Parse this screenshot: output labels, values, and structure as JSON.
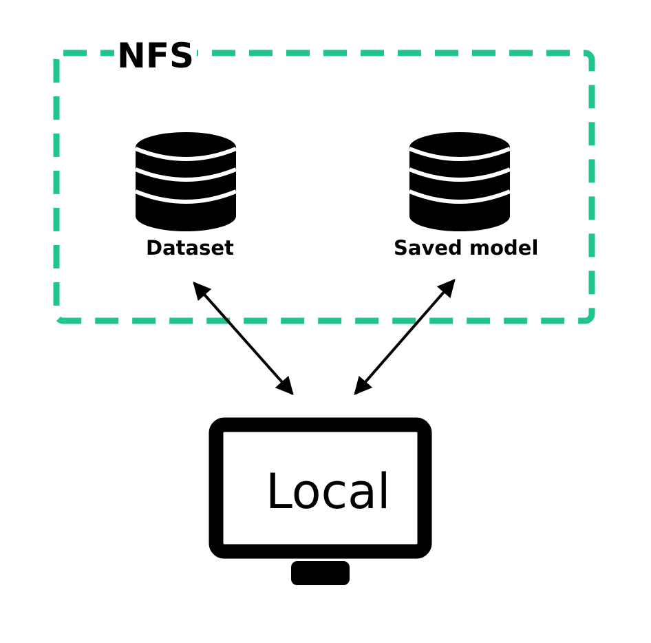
{
  "diagram": {
    "group": {
      "title": "NFS",
      "border_color": "#1fc48f"
    },
    "nodes": {
      "dataset": {
        "label": "Dataset",
        "icon": "database-icon"
      },
      "saved_model": {
        "label": "Saved model",
        "icon": "database-icon"
      },
      "local": {
        "label": "Local",
        "icon": "monitor-icon"
      }
    },
    "edges": [
      {
        "from": "dataset",
        "to": "local",
        "direction": "bidirectional"
      },
      {
        "from": "saved_model",
        "to": "local",
        "direction": "bidirectional"
      }
    ],
    "colors": {
      "ink": "#000000",
      "background": "#ffffff"
    }
  }
}
